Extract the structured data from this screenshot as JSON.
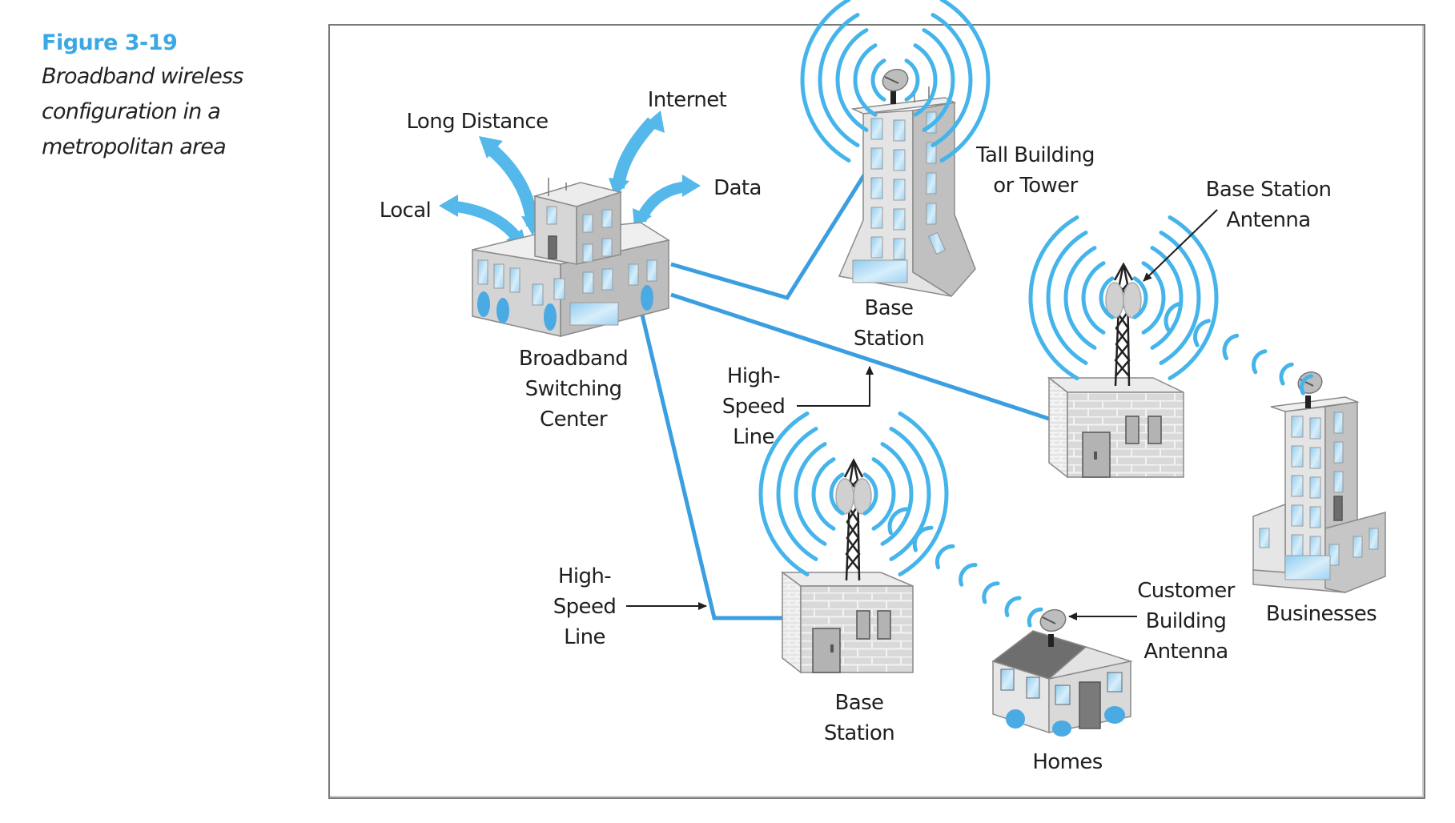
{
  "caption": {
    "figure_number": "Figure 3-19",
    "title_lines": [
      "Broadband wireless",
      "configuration in a",
      "metropolitan area"
    ]
  },
  "colors": {
    "accent_blue": "#3aa8e4",
    "wave_blue": "#45b4ea",
    "line_blue": "#3a9ee0",
    "building_gray": "#c8c8c8",
    "window_blue": "#a9d8f3",
    "text": "#1f1f1f"
  },
  "diagram": {
    "switching_center": {
      "label_lines": [
        "Broadband",
        "Switching",
        "Center"
      ],
      "connections": [
        {
          "label": "Local",
          "icon": "double-arrow-icon"
        },
        {
          "label": "Long Distance",
          "icon": "double-arrow-icon"
        },
        {
          "label": "Internet",
          "icon": "double-arrow-icon"
        },
        {
          "label": "Data",
          "icon": "double-arrow-icon"
        }
      ]
    },
    "tall_building": {
      "label_lines": [
        "Tall Building",
        "or Tower"
      ],
      "base_station_label_lines": [
        "Base",
        "Station"
      ]
    },
    "right_base_station": {
      "antenna_label_lines": [
        "Base Station",
        "Antenna"
      ]
    },
    "lower_base_station": {
      "label_lines": [
        "Base",
        "Station"
      ]
    },
    "high_speed_line_upper": {
      "label_lines": [
        "High-",
        "Speed",
        "Line"
      ]
    },
    "high_speed_line_lower": {
      "label_lines": [
        "High-",
        "Speed",
        "Line"
      ]
    },
    "businesses": {
      "label": "Businesses"
    },
    "homes": {
      "label": "Homes",
      "antenna_label_lines": [
        "Customer",
        "Building",
        "Antenna"
      ]
    }
  }
}
